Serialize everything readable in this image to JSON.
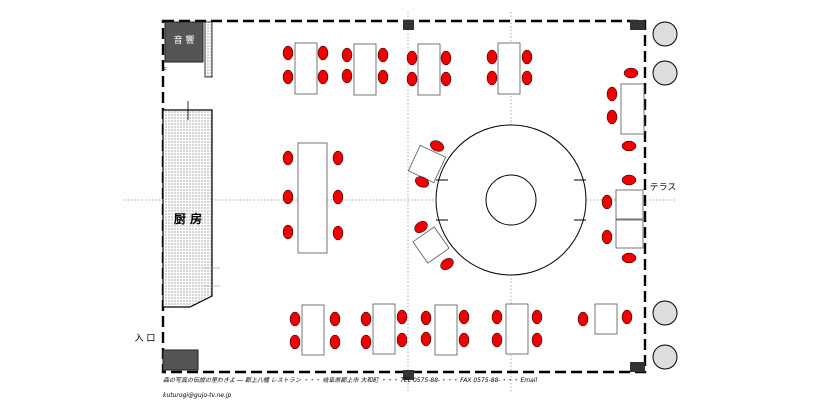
{
  "labels": {
    "audio": "音 響",
    "kitchen": "厨 房",
    "terrace": "テラス",
    "entrance": "入 口"
  },
  "footer": {
    "line": "森の写真の伝説の里わきよ ― 郡上八幡 レストラン ・・・ 岐阜県郡上市 大和町 ・・・ TEL 0575-88-・・・ FAX 0575-88-・・・ Email",
    "email": "kuturogi@gujo-tv.ne.jp"
  },
  "colors": {
    "chair": "#ee0000",
    "wall": "#000000",
    "kitchen_fill": "#f1f1f1",
    "dark_box": "#555555",
    "pillar": "#dddddd"
  }
}
